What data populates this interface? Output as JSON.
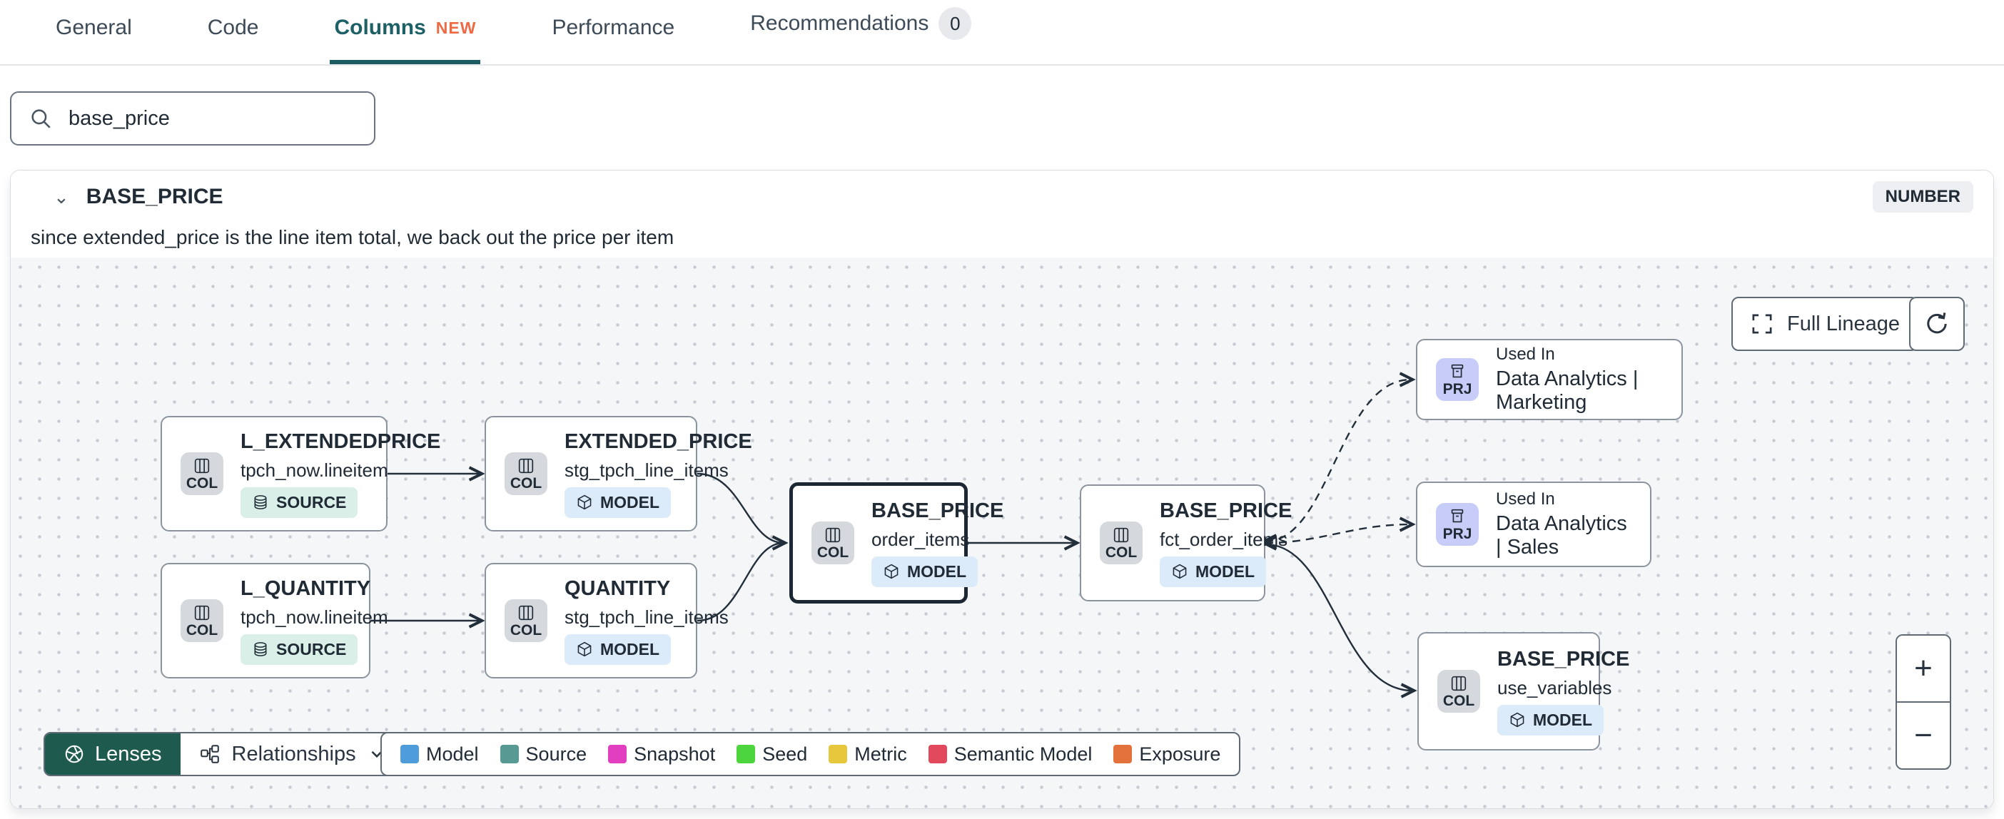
{
  "tabs": {
    "items": [
      {
        "label": "General"
      },
      {
        "label": "Code"
      },
      {
        "label": "Columns",
        "badge": "NEW"
      },
      {
        "label": "Performance"
      },
      {
        "label": "Recommendations",
        "count": "0"
      }
    ]
  },
  "search": {
    "value": "base_price"
  },
  "column_panel": {
    "name": "BASE_PRICE",
    "type_badge": "NUMBER",
    "description": "since extended_price is the line item total, we back out the price per item"
  },
  "lineage": {
    "nodes": [
      {
        "badge": "COL",
        "title": "L_EXTENDEDPRICE",
        "subtitle": "tpch_now.lineitem",
        "type": "SOURCE"
      },
      {
        "badge": "COL",
        "title": "L_QUANTITY",
        "subtitle": "tpch_now.lineitem",
        "type": "SOURCE"
      },
      {
        "badge": "COL",
        "title": "EXTENDED_PRICE",
        "subtitle": "stg_tpch_line_items",
        "type": "MODEL"
      },
      {
        "badge": "COL",
        "title": "QUANTITY",
        "subtitle": "stg_tpch_line_items",
        "type": "MODEL"
      },
      {
        "badge": "COL",
        "title": "BASE_PRICE",
        "subtitle": "order_items",
        "type": "MODEL"
      },
      {
        "badge": "COL",
        "title": "BASE_PRICE",
        "subtitle": "fct_order_items",
        "type": "MODEL"
      },
      {
        "badge": "PRJ",
        "kicker": "Used In",
        "title": "Data Analytics | Marketing"
      },
      {
        "badge": "PRJ",
        "kicker": "Used In",
        "title": "Data Analytics | Sales"
      },
      {
        "badge": "COL",
        "title": "BASE_PRICE",
        "subtitle": "use_variables",
        "type": "MODEL"
      }
    ],
    "controls": {
      "full_lineage": "Full Lineage",
      "zoom_in": "+",
      "zoom_out": "−",
      "lenses": "Lenses",
      "relationships": "Relationships"
    },
    "legend": {
      "items": [
        {
          "label": "Model",
          "color": "#4f9cda"
        },
        {
          "label": "Source",
          "color": "#579a94"
        },
        {
          "label": "Snapshot",
          "color": "#e13ec0"
        },
        {
          "label": "Seed",
          "color": "#4cd53c"
        },
        {
          "label": "Metric",
          "color": "#e7c73b"
        },
        {
          "label": "Semantic Model",
          "color": "#e2495d"
        },
        {
          "label": "Exposure",
          "color": "#e2713c"
        }
      ]
    }
  }
}
